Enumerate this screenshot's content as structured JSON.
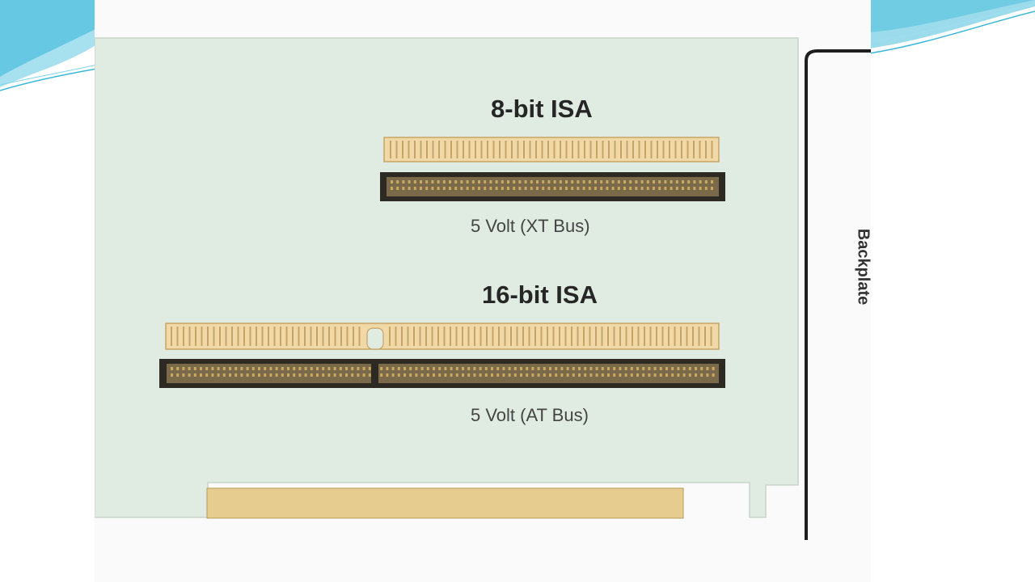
{
  "diagram": {
    "eight_bit": {
      "heading": "8-bit ISA",
      "voltage_label": "5 Volt (XT Bus)"
    },
    "sixteen_bit": {
      "heading": "16-bit ISA",
      "voltage_label": "5 Volt (AT Bus)"
    },
    "backplate_label": "Backplate"
  },
  "colors": {
    "board": "#e0ece2",
    "contact_strip": "#f0d9a6",
    "contact_line": "#c7a466",
    "slot_outer": "#2c2a22",
    "slot_inner": "#7b6a4a",
    "edge_connector": "#e6cd8f",
    "swoosh": "#3ab7d8"
  }
}
